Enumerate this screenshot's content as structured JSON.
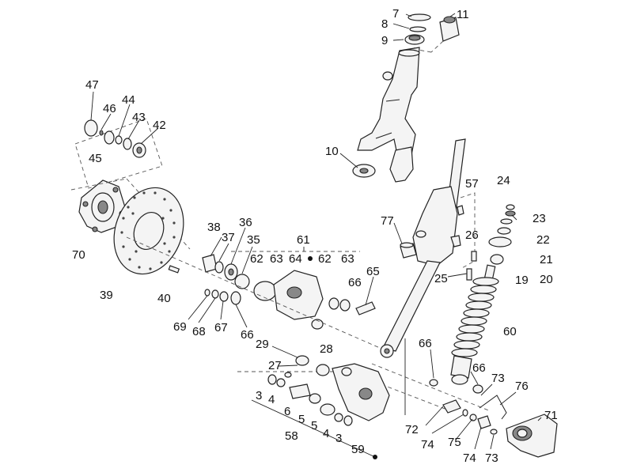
{
  "labels": {
    "l7": "7",
    "l8": "8",
    "l9": "9",
    "l11": "11",
    "l10": "10",
    "l47": "47",
    "l46": "46",
    "l44": "44",
    "l43": "43",
    "l42": "42",
    "l45": "45",
    "l70": "70",
    "l39": "39",
    "l40": "40",
    "l38": "38",
    "l37": "37",
    "l36": "36",
    "l35": "35",
    "l61": "61",
    "l62a": "62",
    "l63a": "63",
    "l64": "64",
    "l62b": "62",
    "l63b": "63",
    "l65": "65",
    "l66a": "66",
    "l69": "69",
    "l68": "68",
    "l67": "67",
    "l66b": "66",
    "l77": "77",
    "l57": "57",
    "l26": "26",
    "l25": "25",
    "l24": "24",
    "l23": "23",
    "l22": "22",
    "l21": "21",
    "l20": "20",
    "l19": "19",
    "l60": "60",
    "l29": "29",
    "l28": "28",
    "l27": "27",
    "l3a": "3",
    "l4a": "4",
    "l6": "6",
    "l5a": "5",
    "l58": "58",
    "l5b": "5",
    "l4b": "4",
    "l3b": "3",
    "l59": "59",
    "l66c": "66",
    "l66d": "66",
    "l73a": "73",
    "l76": "76",
    "l71": "71",
    "l72": "72",
    "l74a": "74",
    "l75": "75",
    "l74b": "74",
    "l73b": "73"
  },
  "colors": {
    "ink": "#222222",
    "part_fill": "#f4f4f4",
    "shade": "#888888"
  }
}
